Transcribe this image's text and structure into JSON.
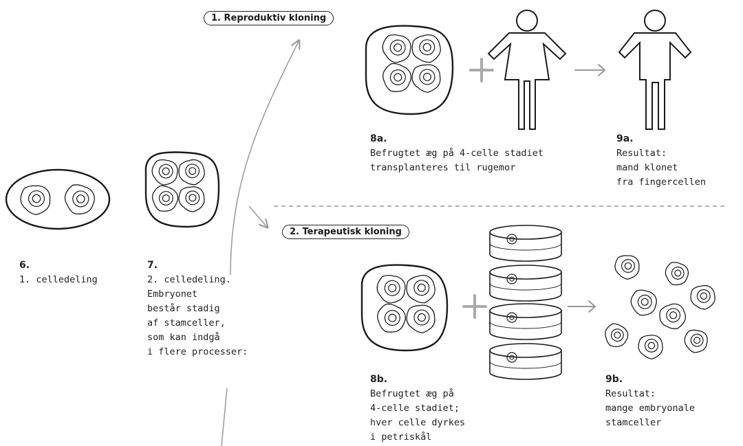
{
  "pills": {
    "reproductive": "1. Reproduktiv kloning",
    "therapeutic": "2. Terapeutisk kloning"
  },
  "steps": {
    "s6": {
      "number": "6.",
      "lines": [
        "1. celledeling"
      ]
    },
    "s7": {
      "number": "7.",
      "lines": [
        "2. celledeling.",
        "Embryonet",
        "består stadig",
        "af stamceller,",
        "som kan indgå",
        "i flere processer:"
      ]
    },
    "s8a": {
      "number": "8a.",
      "lines": [
        "Befrugtet æg på 4-celle stadiet",
        "transplanteres til rugemor"
      ]
    },
    "s9a": {
      "number": "9a.",
      "lines": [
        "Resultat:",
        "mand klonet",
        "fra fingercellen"
      ]
    },
    "s8b": {
      "number": "8b.",
      "lines": [
        "Befrugtet æg på",
        "4-celle stadiet;",
        "hver celle dyrkes",
        "i petriskål"
      ]
    },
    "s9b": {
      "number": "9b.",
      "lines": [
        "Resultat:",
        "mange embryonale",
        "stamceller"
      ]
    }
  },
  "icons": {
    "plus": "plus-icon",
    "arrow": "arrow-right-icon",
    "woman": "woman-figure-icon",
    "man": "man-figure-icon",
    "petri": "petri-dish-icon",
    "cell": "cell-icon"
  },
  "colors": {
    "ink": "#1a1a1a",
    "arrow": "#999999",
    "plus": "#aaaaaa"
  }
}
